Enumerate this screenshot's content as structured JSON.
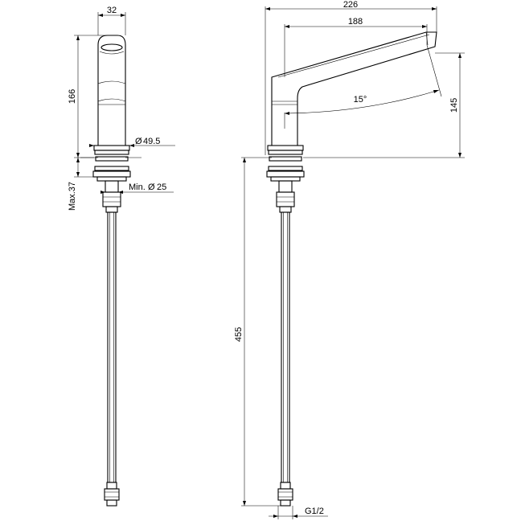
{
  "side_view": {
    "dims": {
      "width": "32",
      "height": "166",
      "base_diameter": "49.5",
      "min_hole": "Min.",
      "min_hole_diameter": "25",
      "max_deck": "Max.37"
    }
  },
  "front_view": {
    "dims": {
      "total_reach": "226",
      "spout_reach": "188",
      "rotation_angle": "15°",
      "spout_height": "145",
      "hose_length": "455",
      "connection": "G1/2"
    }
  }
}
